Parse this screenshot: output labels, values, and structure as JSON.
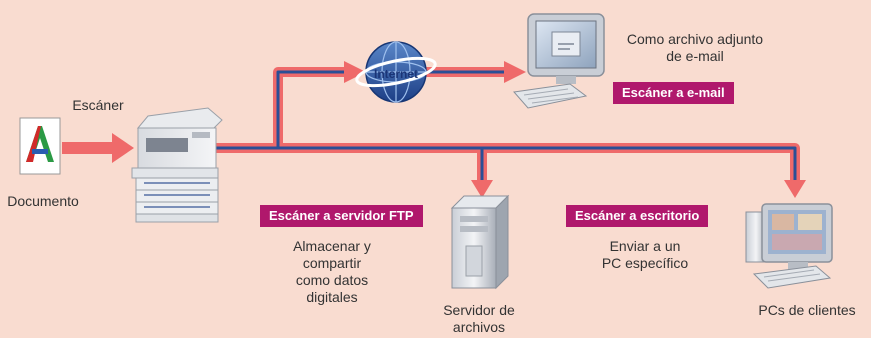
{
  "diagram": {
    "scanner_label": "Escáner",
    "document_label": "Documento",
    "document_letter": "A",
    "internet_label": "Internet",
    "email_desc": [
      "Como archivo adjunto",
      "de e-mail"
    ],
    "email_badge": "Escáner a e-mail",
    "ftp_badge": "Escáner a servidor FTP",
    "ftp_desc": [
      "Almacenar y",
      "compartir",
      "como datos",
      "digitales"
    ],
    "server_label": [
      "Servidor de",
      "archivos"
    ],
    "desktop_badge": "Escáner a escritorio",
    "desktop_desc": [
      "Enviar a un",
      "PC específico"
    ],
    "clients_label": "PCs de clientes"
  },
  "colors": {
    "background": "#f9dcd0",
    "arrow_red": "#ef6a6a",
    "line_blue": "#2b4f96",
    "badge": "#b0186c"
  }
}
